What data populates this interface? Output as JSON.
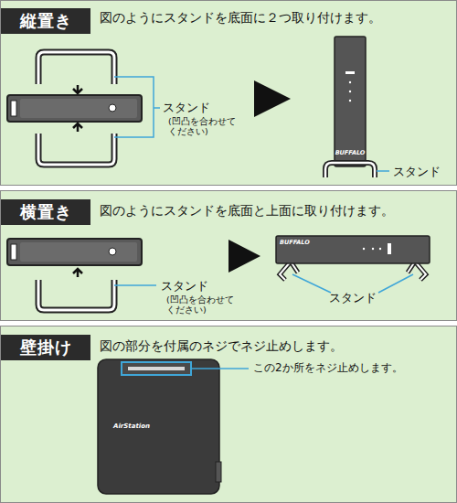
{
  "diagram": {
    "nodes": [
      {
        "text": [
          "図のようにスタンドを底面に２つ取り付けます。"
        ]
      },
      {
        "text": [
          "縦置き"
        ],
        "in": 0
      },
      {
        "text": [
          "図のようにスタンドを底面と上面に取り付けます。"
        ]
      },
      {
        "text": [
          "横置き"
        ],
        "in": 2
      },
      {
        "text": [
          "図の部分を付属のネジでネジ止めします。"
        ]
      },
      {
        "text": [
          "壁掛け"
        ],
        "in": 4
      }
    ],
    "edges": [],
    "labels": [
      "スタンド",
      "(凹凸を合わせて ください)",
      "BUFFALO",
      "スタンド",
      "スタンド",
      "(凹凸を合わせて ください)",
      "BUFFALO",
      "スタンド",
      "この2か所をネジ止めします。",
      "AirStation"
    ]
  }
}
